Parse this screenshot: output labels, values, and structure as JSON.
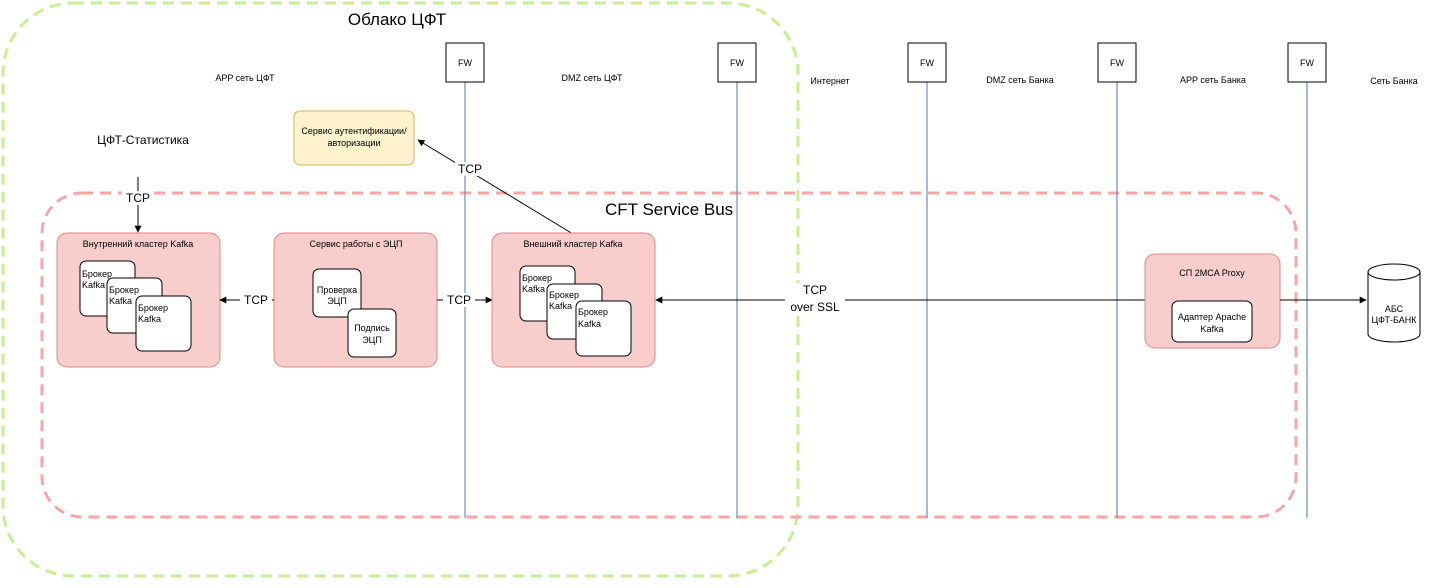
{
  "cloud": {
    "title": "Облако ЦФТ"
  },
  "bus": {
    "title": "CFT Service Bus"
  },
  "firewalls": [
    "FW",
    "FW",
    "FW",
    "FW",
    "FW",
    "FW"
  ],
  "zones": [
    "APP сеть ЦФТ",
    "DMZ сеть ЦФТ",
    "Интернет",
    "DMZ сеть Банка",
    "APP сеть Банка",
    "Сеть Банка"
  ],
  "stats": {
    "label": "ЦФТ-Статистика",
    "link": "TCP"
  },
  "auth": {
    "line1": "Сервис аутентификации/",
    "line2": "авторизации",
    "link": "TCP"
  },
  "inner_kafka": {
    "title": "Внутренний кластер Kafka",
    "brokers": [
      {
        "line1": "Брокер",
        "line2": "Kafka"
      },
      {
        "line1": "Брокер",
        "line2": "Kafka"
      },
      {
        "line1": "Брокер",
        "line2": "Kafka"
      }
    ]
  },
  "ecp": {
    "title": "Сервис работы с ЭЦП",
    "check": {
      "line1": "Проверка",
      "line2": "ЭЦП"
    },
    "sign": {
      "line1": "Подпись",
      "line2": "ЭЦП"
    }
  },
  "outer_kafka": {
    "title": "Внешний кластер Kafka",
    "brokers": [
      {
        "line1": "Брокер",
        "line2": "Kafka"
      },
      {
        "line1": "Брокер",
        "line2": "Kafka"
      },
      {
        "line1": "Брокер",
        "line2": "Kafka"
      }
    ]
  },
  "links": {
    "ecp_to_inner": "TCP",
    "ecp_to_outer": "TCP",
    "ssl_line1": "TCP",
    "ssl_line2": "over SSL"
  },
  "proxy": {
    "title": "СП 2MCA Proxy",
    "adapter_line1": "Адаптер Apache",
    "adapter_line2": "Kafka"
  },
  "abs": {
    "line1": "АБС",
    "line2": "ЦФТ-БАНК"
  },
  "colors": {
    "cloud_border": "#c6ef8f",
    "bus_border": "#f4a6a6",
    "container_fill": "#f8cecc",
    "container_border": "#d9878a",
    "auth_fill": "#fff2cc",
    "auth_border": "#d6b656",
    "fw_line": "#6c8ebf"
  }
}
